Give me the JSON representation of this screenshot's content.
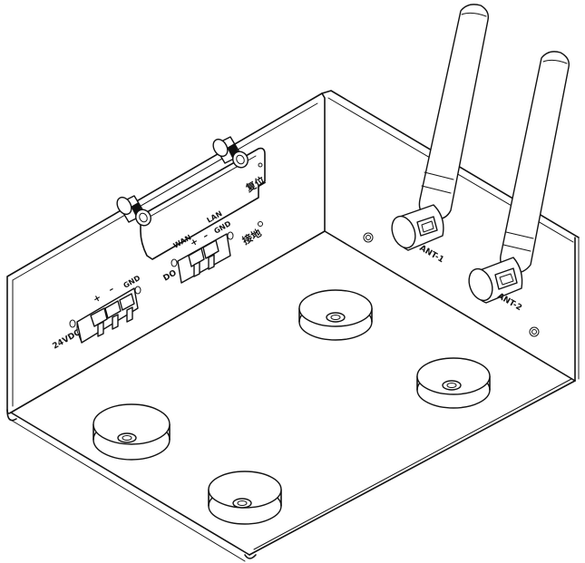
{
  "labels": {
    "power_input": "24VDC",
    "power_plus": "+",
    "power_minus": "–",
    "power_gnd": "GND",
    "do_label": "DO",
    "do_plus": "+",
    "do_minus": "–",
    "do_gnd": "GND",
    "wan": "WAN",
    "lan": "LAN",
    "reset": "复位",
    "ground": "接地",
    "antenna_1": "ANT-1",
    "antenna_2": "ANT-2"
  }
}
